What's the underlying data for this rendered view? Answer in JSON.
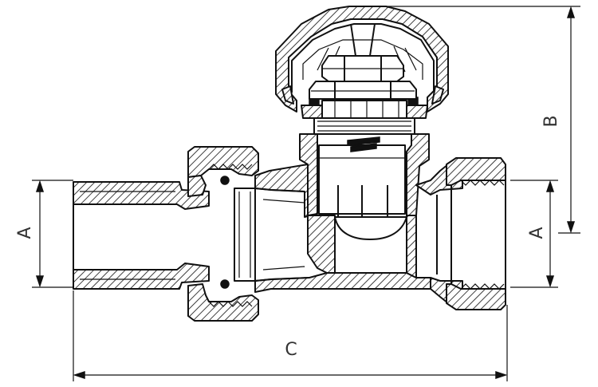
{
  "dimensions": {
    "a_left": "A",
    "a_right": "A",
    "b": "B",
    "c": "C"
  },
  "colors": {
    "line": "#111111",
    "text": "#333333",
    "background": "#ffffff"
  }
}
